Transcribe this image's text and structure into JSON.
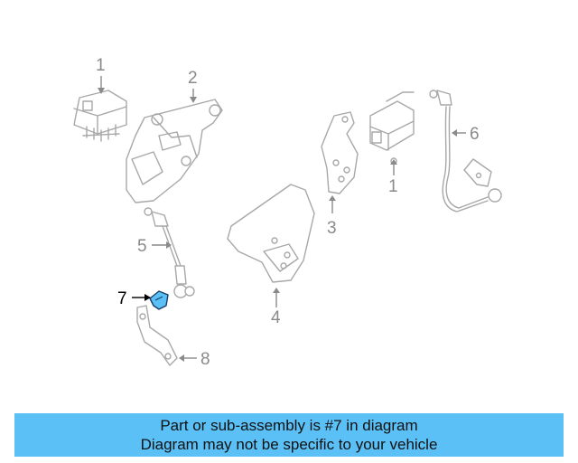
{
  "callouts": {
    "c1a": "1",
    "c1b": "1",
    "c2": "2",
    "c3": "3",
    "c4": "4",
    "c5": "5",
    "c6": "6",
    "c7": "7",
    "c8": "8"
  },
  "highlight_color": "#5bc0f5",
  "banner": {
    "line1": "Part or sub-assembly is #7 in diagram",
    "line2": "Diagram may not be specific to your vehicle"
  }
}
